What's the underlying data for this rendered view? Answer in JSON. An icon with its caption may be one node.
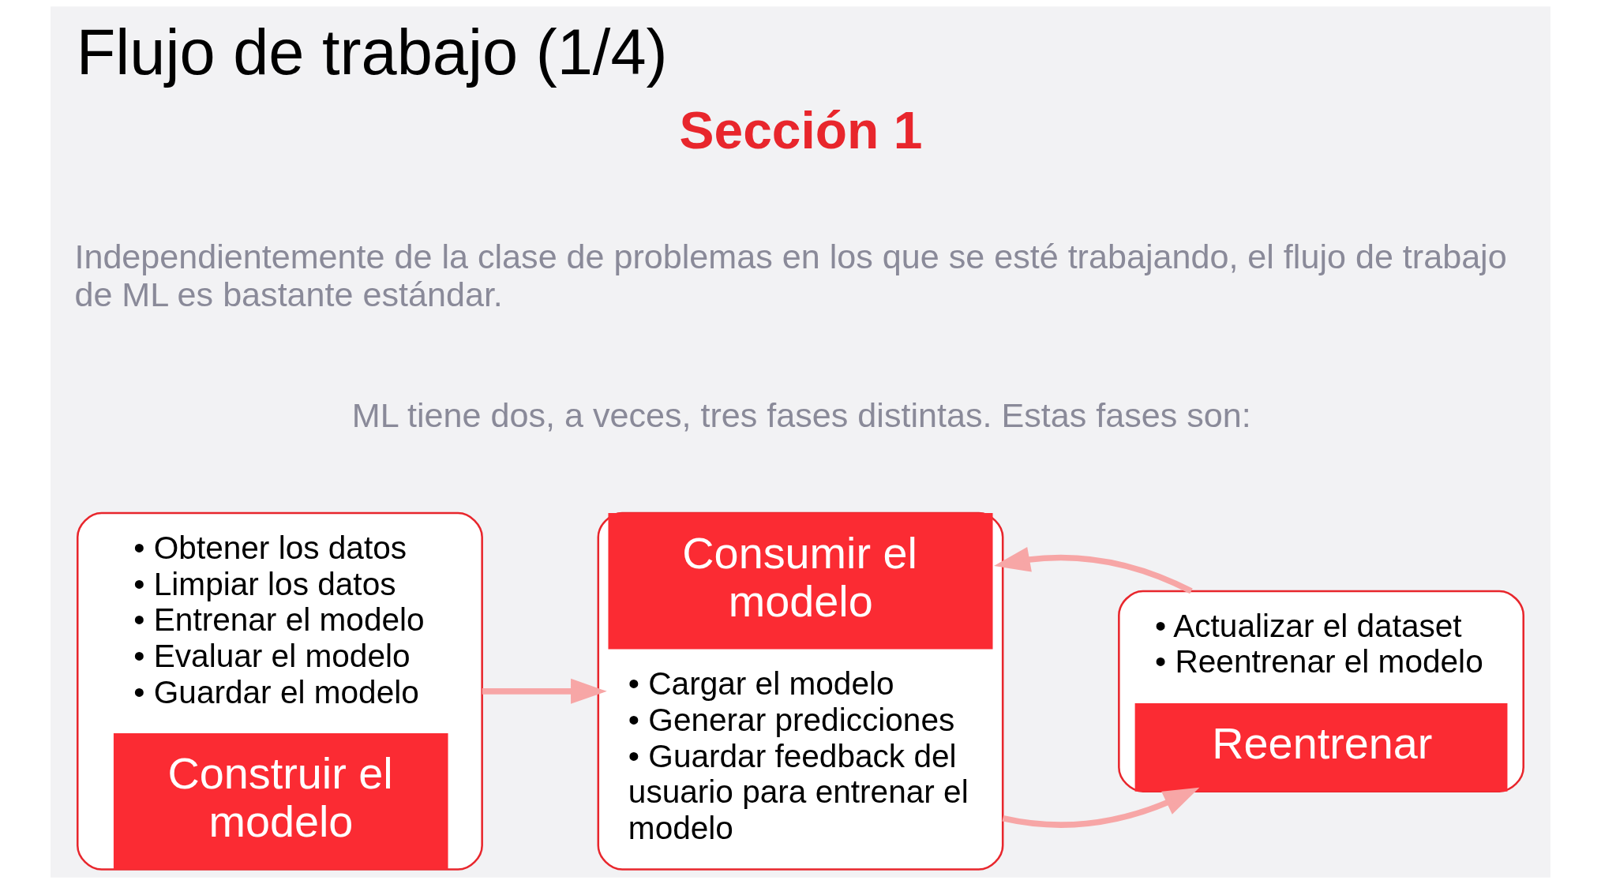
{
  "diagram": {
    "title": "Flujo de trabajo (1/4)",
    "nodes": [
      {
        "text": [
          "• Obtener los datos",
          "• Limpiar los datos",
          "• Entrenar el modelo",
          "• Evaluar el modelo",
          "• Guardar el modelo",
          "Construir el modelo"
        ]
      },
      {
        "text": [
          "Consumir el modelo",
          "• Cargar el modelo",
          "• Generar predicciones",
          "• Guardar feedback del usuario para entrenar el modelo"
        ]
      },
      {
        "text": [
          "• Actualizar el dataset",
          "• Reentrenar el modelo",
          "Reentrenar"
        ]
      }
    ],
    "edges": [
      {
        "from": 0,
        "to": 1,
        "arrow": "to"
      },
      {
        "from": 1,
        "to": 2,
        "arrow": "to"
      },
      {
        "from": 2,
        "to": 1,
        "arrow": "to"
      }
    ],
    "labels": [
      "Sección 1",
      "Independientemente de la clase de problemas en los que se esté trabajando, el flujo de trabajo de ML es bastante estándar.",
      "ML tiene dos, a veces, tres fases distintas. Estas fases son:"
    ]
  }
}
